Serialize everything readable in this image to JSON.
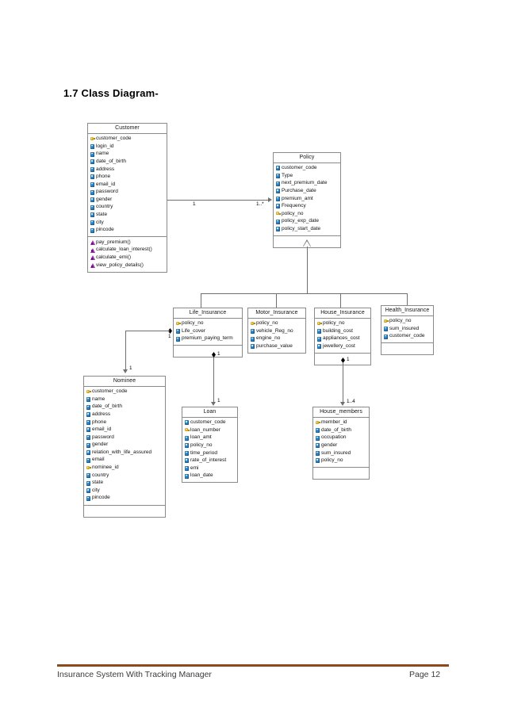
{
  "document": {
    "heading": "1.7 Class Diagram-",
    "footer_left": "Insurance System With Tracking Manager",
    "footer_right": "Page 12",
    "footer_rule_color": "#8c4a20"
  },
  "diagram": {
    "type": "uml-class-diagram",
    "classes": [
      {
        "id": "customer",
        "name": "Customer",
        "attributes": [
          {
            "name": "customer_code",
            "key": true
          },
          {
            "name": "login_id",
            "key": false
          },
          {
            "name": "name",
            "key": false
          },
          {
            "name": "date_of_birth",
            "key": false
          },
          {
            "name": "address",
            "key": false
          },
          {
            "name": "phone",
            "key": false
          },
          {
            "name": "email_id",
            "key": false
          },
          {
            "name": "password",
            "key": false
          },
          {
            "name": "gender",
            "key": false
          },
          {
            "name": "country",
            "key": false
          },
          {
            "name": "state",
            "key": false
          },
          {
            "name": "city",
            "key": false
          },
          {
            "name": "pincode",
            "key": false
          }
        ],
        "methods": [
          {
            "name": "pay_premium()"
          },
          {
            "name": "calculate_loan_interest()"
          },
          {
            "name": "calculate_emi()"
          },
          {
            "name": "view_policy_details()"
          }
        ]
      },
      {
        "id": "policy",
        "name": "Policy",
        "attributes": [
          {
            "name": "customer_code",
            "key": false
          },
          {
            "name": "Type",
            "key": false
          },
          {
            "name": "next_premium_date",
            "key": false
          },
          {
            "name": "Purchase_date",
            "key": false
          },
          {
            "name": "premium_amt",
            "key": false
          },
          {
            "name": "Frequency",
            "key": false
          },
          {
            "name": "policy_no",
            "key": true
          },
          {
            "name": "policy_exp_date",
            "key": false
          },
          {
            "name": "policy_start_date",
            "key": false
          }
        ],
        "methods": []
      },
      {
        "id": "life_insurance",
        "name": "Life_Insurance",
        "attributes": [
          {
            "name": "policy_no",
            "key": true
          },
          {
            "name": "Life_cover",
            "key": false
          },
          {
            "name": "premium_paying_term",
            "key": false
          }
        ],
        "methods": []
      },
      {
        "id": "motor_insurance",
        "name": "Motor_Insurance",
        "attributes": [
          {
            "name": "policy_no",
            "key": true
          },
          {
            "name": "vehicle_Reg_no",
            "key": false
          },
          {
            "name": "engine_no",
            "key": false
          },
          {
            "name": "purchase_value",
            "key": false
          }
        ],
        "methods": []
      },
      {
        "id": "house_insurance",
        "name": "House_Insurance",
        "attributes": [
          {
            "name": "policy_no",
            "key": true
          },
          {
            "name": "building_cost",
            "key": false
          },
          {
            "name": "appliances_cost",
            "key": false
          },
          {
            "name": "jewellery_cost",
            "key": false
          }
        ],
        "methods": []
      },
      {
        "id": "health_insurance",
        "name": "Health_Insurance",
        "attributes": [
          {
            "name": "policy_no",
            "key": true
          },
          {
            "name": "sum_insured",
            "key": false
          },
          {
            "name": "customer_code",
            "key": false
          }
        ],
        "methods": []
      },
      {
        "id": "nominee",
        "name": "Nominee",
        "attributes": [
          {
            "name": "customer_code",
            "key": true
          },
          {
            "name": "name",
            "key": false
          },
          {
            "name": "date_of_birth",
            "key": false
          },
          {
            "name": "address",
            "key": false
          },
          {
            "name": "phone",
            "key": false
          },
          {
            "name": "email_id",
            "key": false
          },
          {
            "name": "password",
            "key": false
          },
          {
            "name": "gender",
            "key": false
          },
          {
            "name": "relation_with_life_assured",
            "key": false
          },
          {
            "name": "email",
            "key": false
          },
          {
            "name": "nominee_id",
            "key": true
          },
          {
            "name": "country",
            "key": false
          },
          {
            "name": "state",
            "key": false
          },
          {
            "name": "city",
            "key": false
          },
          {
            "name": "pincode",
            "key": false
          }
        ],
        "methods": []
      },
      {
        "id": "loan",
        "name": "Loan",
        "attributes": [
          {
            "name": "customer_code",
            "key": false
          },
          {
            "name": "loan_number",
            "key": true
          },
          {
            "name": "loan_amt",
            "key": false
          },
          {
            "name": "policy_no",
            "key": false
          },
          {
            "name": "time_period",
            "key": false
          },
          {
            "name": "rate_of_interest",
            "key": false
          },
          {
            "name": "emi",
            "key": false
          },
          {
            "name": "loan_date",
            "key": false
          }
        ],
        "methods": []
      },
      {
        "id": "house_members",
        "name": "House_members",
        "attributes": [
          {
            "name": "member_id",
            "key": true
          },
          {
            "name": "date_of_birth",
            "key": false
          },
          {
            "name": "occupation",
            "key": false
          },
          {
            "name": "gender",
            "key": false
          },
          {
            "name": "sum_insured",
            "key": false
          },
          {
            "name": "policy_no",
            "key": false
          }
        ],
        "methods": []
      }
    ],
    "relationships": [
      {
        "from": "customer",
        "to": "policy",
        "type": "association",
        "from_multiplicity": "1",
        "to_multiplicity": "1..*"
      },
      {
        "from": "life_insurance",
        "to": "policy",
        "type": "generalization"
      },
      {
        "from": "motor_insurance",
        "to": "policy",
        "type": "generalization"
      },
      {
        "from": "house_insurance",
        "to": "policy",
        "type": "generalization"
      },
      {
        "from": "health_insurance",
        "to": "policy",
        "type": "generalization"
      },
      {
        "from": "life_insurance",
        "to": "nominee",
        "type": "composition",
        "from_multiplicity": "1",
        "to_multiplicity": "1"
      },
      {
        "from": "life_insurance",
        "to": "loan",
        "type": "composition",
        "from_multiplicity": "1",
        "to_multiplicity": "1"
      },
      {
        "from": "house_insurance",
        "to": "house_members",
        "type": "composition",
        "from_multiplicity": "1",
        "to_multiplicity": "1..4"
      }
    ],
    "multiplicity_labels": {
      "cust_policy_left": "1",
      "cust_policy_right": "1..*",
      "life_nominee_src": "1",
      "life_nominee_dst": "1",
      "life_loan_src": "1",
      "life_loan_dst": "1",
      "house_members_src": "1",
      "house_members_dst": "1..4"
    }
  }
}
